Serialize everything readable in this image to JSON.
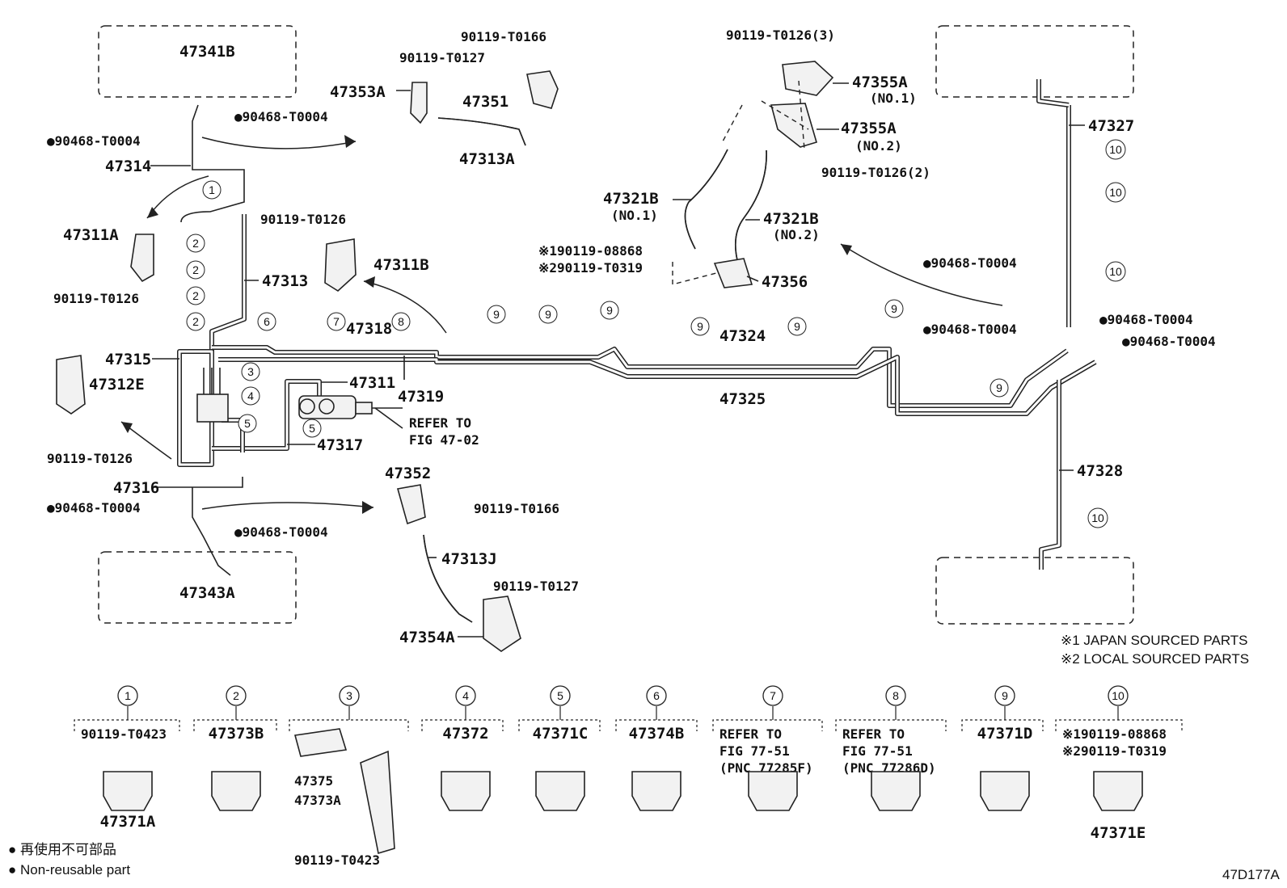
{
  "diagram_id": "47D177A",
  "labels": {
    "p47341B": "47341B",
    "p47343A": "47343A",
    "p47314": "47314",
    "p47311A": "47311A",
    "p47313": "47313",
    "p47315": "47315",
    "p47312E": "47312E",
    "p47316": "47316",
    "p47353A": "47353A",
    "p47351": "47351",
    "p47313A": "47313A",
    "p47311B": "47311B",
    "p47318": "47318",
    "p47311": "47311",
    "p47319": "47319",
    "p47317": "47317",
    "p47352": "47352",
    "p47313J": "47313J",
    "p47354A": "47354A",
    "p47355A_1": "47355A",
    "p47355A_2": "47355A",
    "no1_a": "(NO.1)",
    "no2_a": "(NO.2)",
    "p47321B_1": "47321B",
    "p47321B_2": "47321B",
    "no1_b": "(NO.1)",
    "no2_b": "(NO.2)",
    "p47356": "47356",
    "p47324": "47324",
    "p47325": "47325",
    "p47327": "47327",
    "p47328": "47328",
    "b_T0126_top": "90119-T0126(3)",
    "b_T0126_2": "90119-T0126(2)",
    "b_T0166_top": "90119-T0166",
    "b_T0127_top": "90119-T0127",
    "b_T0126_mid": "90119-T0126",
    "b_T0126_a": "90119-T0126",
    "b_T0126_e": "90119-T0126",
    "b_T0166_bot": "90119-T0166",
    "b_T0127_bot": "90119-T0127",
    "b_08868": "※190119-08868",
    "b_T0319": "※290119-T0319",
    "c_T0004_1": "●90468-T0004",
    "c_T0004_2": "●90468-T0004",
    "c_T0004_3": "●90468-T0004",
    "c_T0004_4": "●90468-T0004",
    "c_T0004_5": "●90468-T0004",
    "c_T0004_6": "●90468-T0004",
    "c_T0004_7": "●90468-T0004",
    "c_T0004_8": "●90468-T0004",
    "refer_to": "REFER TO",
    "fig_4702": "FIG 47-02",
    "note1": "※1 JAPAN SOURCED PARTS",
    "note2": "※2 LOCAL SOURCED PARTS"
  },
  "legend": [
    {
      "num": "1",
      "lines": [
        "90119-T0423"
      ],
      "part": "47371A"
    },
    {
      "num": "2",
      "lines": [
        "47373B"
      ],
      "part": ""
    },
    {
      "num": "3",
      "lines": [
        "47375",
        "47373A",
        "90119-T0423"
      ],
      "part": ""
    },
    {
      "num": "4",
      "lines": [
        "47372"
      ],
      "part": ""
    },
    {
      "num": "5",
      "lines": [
        "47371C"
      ],
      "part": ""
    },
    {
      "num": "6",
      "lines": [
        "47374B"
      ],
      "part": ""
    },
    {
      "num": "7",
      "lines": [
        "REFER TO",
        "FIG 77-51",
        "(PNC 77285F)"
      ],
      "part": ""
    },
    {
      "num": "8",
      "lines": [
        "REFER TO",
        "FIG 77-51",
        "(PNC 77286D)"
      ],
      "part": ""
    },
    {
      "num": "9",
      "lines": [
        "47371D"
      ],
      "part": ""
    },
    {
      "num": "10",
      "lines": [
        "※190119-08868",
        "※290119-T0319"
      ],
      "part": "47371E"
    }
  ],
  "footer": {
    "jp": "● 再使用不可部品",
    "en": "● Non-reusable part"
  }
}
